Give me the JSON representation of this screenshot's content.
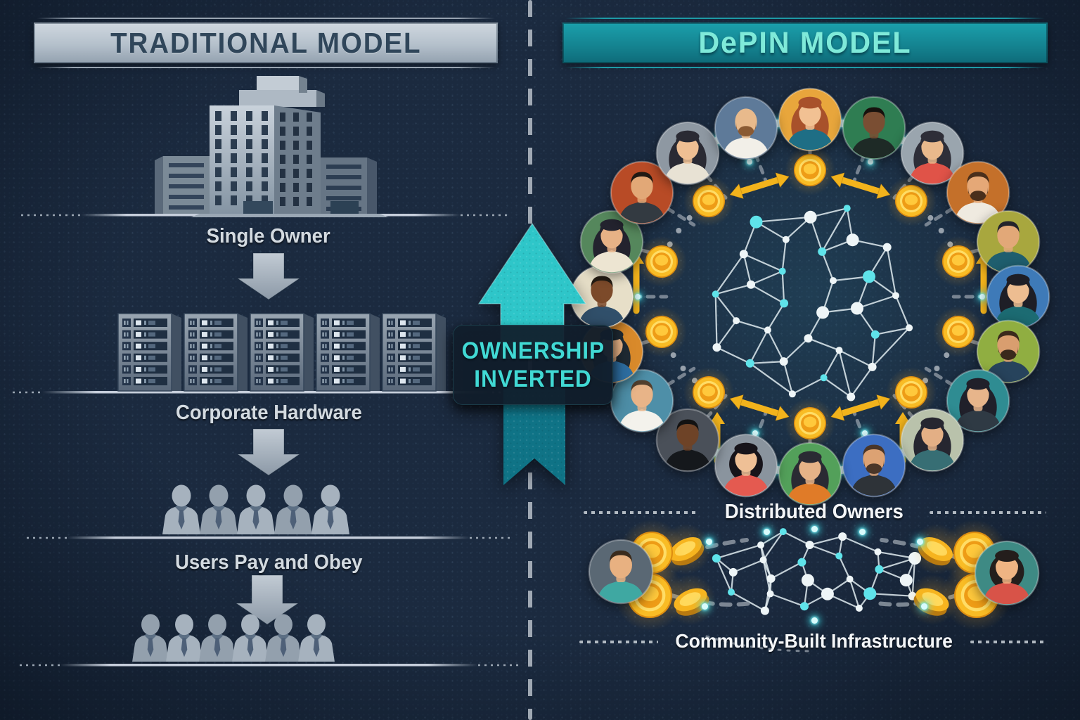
{
  "header": {
    "left_title": "TRADITIONAL MODEL",
    "right_title": "DePIN MODEL"
  },
  "left_flow": {
    "step1_label": "Single Owner",
    "step2_label": "Corporate Hardware",
    "step3_label": "Users Pay and Obey",
    "icons": [
      "corporate-building-icon",
      "down-arrow-icon",
      "server-rack-row-icon",
      "down-arrow-icon",
      "users-row-icon",
      "down-arrow-icon",
      "users-row-icon"
    ],
    "server_rack_count": 5,
    "users_row1_count": 5,
    "users_row2_count": 6
  },
  "center": {
    "line1": "OWNERSHIP",
    "line2": "INVERTED",
    "icon": "up-arrow-icon"
  },
  "right_flow": {
    "ring_label": "Distributed Owners",
    "bottom_label": "Community-Built Infrastructure",
    "icons": [
      "avatar-ring",
      "coin-ring",
      "network-mesh",
      "network-mesh-small"
    ]
  },
  "palette": {
    "background": "#1b2a3f",
    "banner_left_bg": "#b4c0cb",
    "banner_left_text": "#30465a",
    "banner_right_bg": "#14828f",
    "banner_right_text": "#7fead9",
    "arrow_teal": "#2ec6c9",
    "ribbon_teal": "#0f7386",
    "panel_text_teal": "#41d9d4",
    "label_grey": "#d3dae0",
    "label_white": "#f4f6f8",
    "silhouette_grey": "#a2aebb",
    "coin_gold": "#f7b81f",
    "arrow_gold": "#f2b31c",
    "node_white": "#eef5f7",
    "node_cyan": "#5fe3ea",
    "glow_cyan": "#3ee4ee",
    "divider_grey": "#b7bfc8"
  },
  "ring_avatars": [
    {
      "style": "woman",
      "bg": "#e8a63c",
      "skin": "#f2c193",
      "hair": "#a8512b",
      "shirt": "#1e6e85"
    },
    {
      "style": "man",
      "bg": "#2f7d52",
      "skin": "#7a4e33",
      "hair": "#16110d",
      "shirt": "#1e2a26"
    },
    {
      "style": "woman",
      "bg": "#9aa5ae",
      "skin": "#e9b98c",
      "hair": "#2e2e38",
      "shirt": "#e05348"
    },
    {
      "style": "beard",
      "bg": "#c4702a",
      "skin": "#e5a877",
      "hair": "#4a2f1b",
      "shirt": "#efeae0"
    },
    {
      "style": "man",
      "bg": "#a8a73e",
      "skin": "#e2a878",
      "hair": "#23232b",
      "shirt": "#1f5e6e"
    },
    {
      "style": "woman",
      "bg": "#3e7ab8",
      "skin": "#edbd91",
      "hair": "#1e1e26",
      "shirt": "#1c6b72"
    },
    {
      "style": "beard",
      "bg": "#90ae41",
      "skin": "#d99e6f",
      "hair": "#3a291c",
      "shirt": "#27435c"
    },
    {
      "style": "woman",
      "bg": "#2f8c92",
      "skin": "#e7b58b",
      "hair": "#20202a",
      "shirt": "#2f3a44"
    },
    {
      "style": "woman",
      "bg": "#b9c2ab",
      "skin": "#e3af85",
      "hair": "#262630",
      "shirt": "#376e74"
    },
    {
      "style": "beard",
      "bg": "#3c6ec2",
      "skin": "#dca273",
      "hair": "#4a3628",
      "shirt": "#2e3338"
    },
    {
      "style": "woman",
      "bg": "#53a05a",
      "skin": "#e5b287",
      "hair": "#2a2a33",
      "shirt": "#e07b28"
    },
    {
      "style": "bob",
      "bg": "#8a949e",
      "skin": "#efc096",
      "hair": "#17141a",
      "shirt": "#e45a50"
    },
    {
      "style": "man",
      "bg": "#4a5059",
      "skin": "#6e4327",
      "hair": "#121212",
      "shirt": "#15181c"
    },
    {
      "style": "man",
      "bg": "#4e8fa8",
      "skin": "#e8b488",
      "hair": "#53402e",
      "shirt": "#f4f2ec"
    },
    {
      "style": "woman",
      "bg": "#d98a2b",
      "skin": "#efb98b",
      "hair": "#1f2a33",
      "shirt": "#2e6fa3"
    },
    {
      "style": "man",
      "bg": "#e7dfc8",
      "skin": "#7c4a2a",
      "hair": "#241c14",
      "shirt": "#31506b"
    },
    {
      "style": "woman",
      "bg": "#55875c",
      "skin": "#e7b286",
      "hair": "#23232e",
      "shirt": "#ede5d2"
    },
    {
      "style": "man",
      "bg": "#b84b26",
      "skin": "#e2a877",
      "hair": "#201913",
      "shirt": "#333a41"
    },
    {
      "style": "woman",
      "bg": "#8e98a2",
      "skin": "#efbf93",
      "hair": "#2a2a33",
      "shirt": "#e8e2d4"
    },
    {
      "style": "bald",
      "bg": "#5e7a99",
      "skin": "#e8ba8c",
      "hair": "#8a5a33",
      "shirt": "#f2efe8"
    }
  ],
  "bottom_avatars": [
    {
      "style": "man",
      "bg": "#5a6874",
      "skin": "#e8b181",
      "hair": "#3a2b1d",
      "shirt": "#3fa8a2"
    },
    {
      "style": "bob",
      "bg": "#3e8a84",
      "skin": "#efb483",
      "hair": "#241e1c",
      "shirt": "#d85348"
    }
  ]
}
